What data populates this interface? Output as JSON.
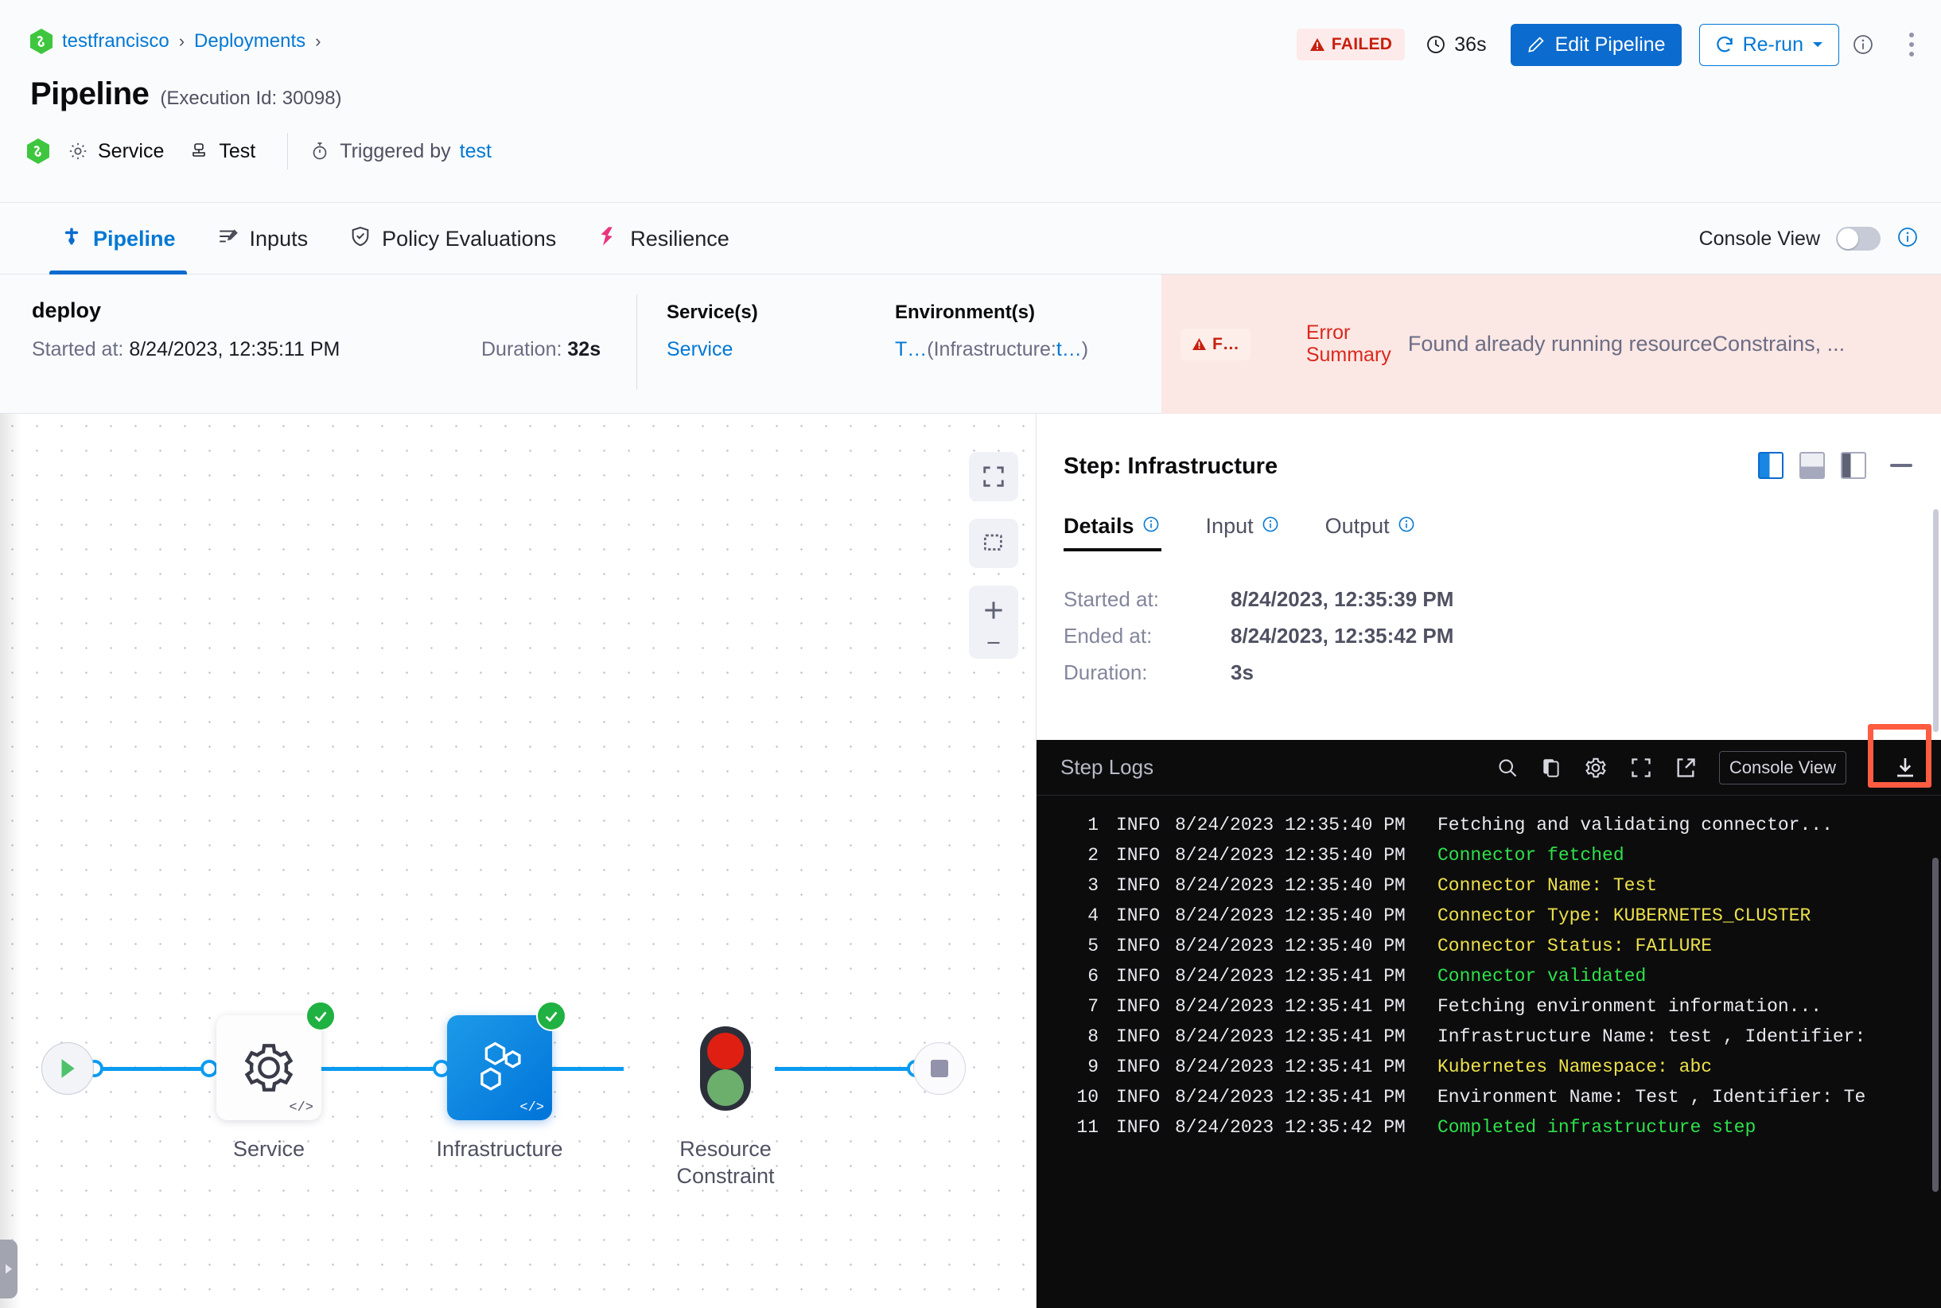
{
  "breadcrumb": {
    "items": [
      {
        "label": "testfrancisco",
        "icon": "harness-logo-icon"
      },
      {
        "label": "Deployments"
      }
    ],
    "separator": "›"
  },
  "header": {
    "title": "Pipeline",
    "execution_id_label": "(Execution Id: 30098)",
    "meta": {
      "service_label": "Service",
      "service_icon": "gear-icon",
      "test_label": "Test",
      "test_icon": "infrastructure-icon",
      "triggered_by_prefix": "Triggered by",
      "triggered_by_user": "test",
      "trigger_icon": "stopwatch-icon"
    },
    "status_badge": "FAILED",
    "duration": "36s",
    "edit_button": "Edit Pipeline",
    "rerun_button": "Re-run",
    "kebab_icon": "more-vertical-icon",
    "info_icon": "info-circle-icon"
  },
  "tabs": [
    {
      "label": "Pipeline",
      "icon": "pipeline-icon",
      "active": true
    },
    {
      "label": "Inputs",
      "icon": "inputs-icon",
      "active": false
    },
    {
      "label": "Policy Evaluations",
      "icon": "shield-check-icon",
      "active": false
    },
    {
      "label": "Resilience",
      "icon": "resilience-icon",
      "active": false
    }
  ],
  "console_view": {
    "label": "Console View",
    "enabled": false,
    "info_icon": "info-circle-icon"
  },
  "stage": {
    "name": "deploy",
    "started_label": "Started at:",
    "started_value": "8/24/2023, 12:35:11 PM",
    "duration_label": "Duration:",
    "duration_value": "32s",
    "services_header": "Service(s)",
    "services_value": "Service",
    "environments_header": "Environment(s)",
    "environments_value": "T…(Infrastructure:t…)",
    "environments_prefix": "T…",
    "environments_mid": "(Infrastructure:",
    "environments_link": "t…",
    "environments_suffix": ")"
  },
  "error_panel": {
    "chip": "F…",
    "summary_label_line1": "Error",
    "summary_label_line2": "Summary",
    "summary_text": "Found already running resourceConstrains, ..."
  },
  "graph": {
    "start_node": "start-node",
    "end_node": "end-node",
    "nodes": [
      {
        "label": "Service",
        "icon": "gear-icon",
        "status": "success",
        "selected": false
      },
      {
        "label": "Infrastructure",
        "icon": "infrastructure-hex-icon",
        "status": "success",
        "selected": true
      },
      {
        "label": "Resource\nConstraint",
        "label_line1": "Resource",
        "label_line2": "Constraint",
        "icon": "traffic-light-icon",
        "status": "none",
        "selected": false
      }
    ],
    "controls": [
      {
        "name": "fit-to-screen-button",
        "icon": "expand-icon"
      },
      {
        "name": "zoom-to-selection-button",
        "icon": "selection-icon"
      },
      {
        "name": "zoom-in-button",
        "icon": "plus-icon"
      },
      {
        "name": "zoom-out-button",
        "icon": "minus-icon"
      }
    ]
  },
  "step_panel": {
    "title": "Step: Infrastructure",
    "view_buttons": [
      {
        "name": "split-view-button",
        "active": true
      },
      {
        "name": "bottom-view-button",
        "active": false
      },
      {
        "name": "right-view-button",
        "active": false
      },
      {
        "name": "minimize-button",
        "active": false
      }
    ],
    "tabs": [
      {
        "label": "Details",
        "active": true,
        "info_icon": "info-circle-icon"
      },
      {
        "label": "Input",
        "active": false,
        "info_icon": "info-circle-icon"
      },
      {
        "label": "Output",
        "active": false,
        "info_icon": "info-circle-icon"
      }
    ],
    "details": [
      {
        "key": "Started at:",
        "value": "8/24/2023, 12:35:39 PM"
      },
      {
        "key": "Ended at:",
        "value": "8/24/2023, 12:35:42 PM"
      },
      {
        "key": "Duration:",
        "value": "3s"
      }
    ]
  },
  "logs": {
    "title": "Step Logs",
    "tools": [
      {
        "name": "search-icon"
      },
      {
        "name": "copy-icon"
      },
      {
        "name": "gear-icon"
      },
      {
        "name": "fullscreen-icon"
      },
      {
        "name": "open-external-icon"
      }
    ],
    "console_view_button": "Console View",
    "download_button": "download-icon",
    "download_highlighted": true,
    "lines": [
      {
        "n": "1",
        "level": "INFO",
        "time": "8/24/2023 12:35:40 PM",
        "msg": "Fetching and validating connector...",
        "color": "white"
      },
      {
        "n": "2",
        "level": "INFO",
        "time": "8/24/2023 12:35:40 PM",
        "msg": "Connector fetched",
        "color": "green"
      },
      {
        "n": "3",
        "level": "INFO",
        "time": "8/24/2023 12:35:40 PM",
        "msg": "Connector Name: Test",
        "color": "yellow"
      },
      {
        "n": "4",
        "level": "INFO",
        "time": "8/24/2023 12:35:40 PM",
        "msg": "Connector Type: KUBERNETES_CLUSTER",
        "color": "yellow"
      },
      {
        "n": "5",
        "level": "INFO",
        "time": "8/24/2023 12:35:40 PM",
        "msg": "Connector Status: FAILURE",
        "color": "yellow"
      },
      {
        "n": "6",
        "level": "INFO",
        "time": "8/24/2023 12:35:41 PM",
        "msg": "Connector validated",
        "color": "green"
      },
      {
        "n": "7",
        "level": "INFO",
        "time": "8/24/2023 12:35:41 PM",
        "msg": "Fetching environment information...",
        "color": "white"
      },
      {
        "n": "8",
        "level": "INFO",
        "time": "8/24/2023 12:35:41 PM",
        "msg": "Infrastructure Name: test , Identifier:",
        "color": "white"
      },
      {
        "n": "9",
        "level": "INFO",
        "time": "8/24/2023 12:35:41 PM",
        "msg": "Kubernetes Namespace: abc",
        "color": "yellow"
      },
      {
        "n": "10",
        "level": "INFO",
        "time": "8/24/2023 12:35:41 PM",
        "msg": "Environment Name: Test , Identifier: Te",
        "color": "white"
      },
      {
        "n": "11",
        "level": "INFO",
        "time": "8/24/2023 12:35:42 PM",
        "msg": "Completed infrastructure step",
        "color": "green"
      }
    ]
  },
  "colors": {
    "accent_blue": "#0278d5",
    "primary_blue": "#0b6bce",
    "error_red": "#c7200e",
    "success_green": "#1fb141",
    "highlight_orange": "#ff5c42"
  }
}
